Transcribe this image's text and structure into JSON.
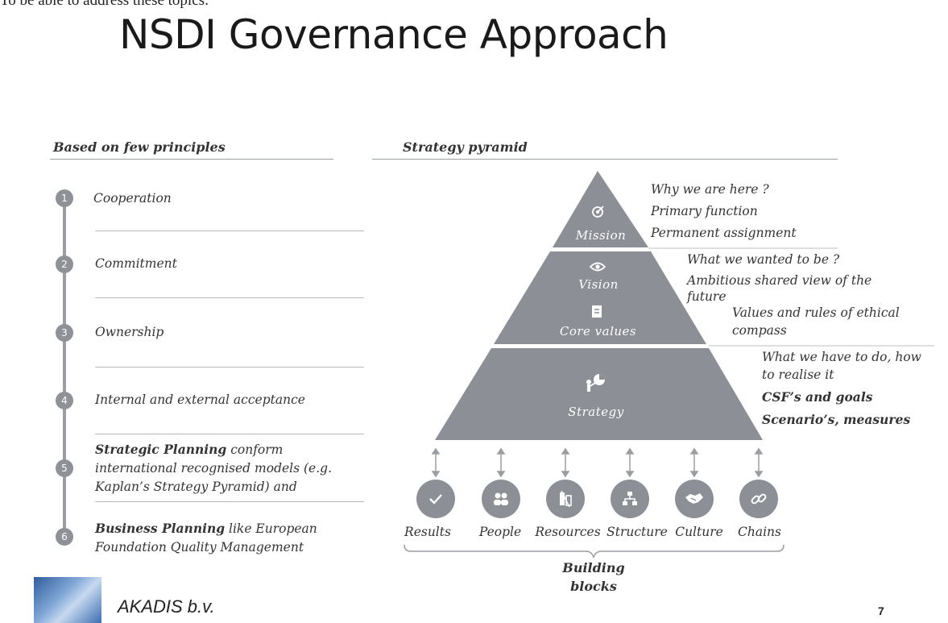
{
  "header": {
    "cut_text": "To be able to address these topics:",
    "title": "NSDI Governance Approach"
  },
  "principles": {
    "heading": "Based on few principles",
    "items": [
      {
        "number": "1",
        "text": "Cooperation"
      },
      {
        "number": "2",
        "text": "Commitment"
      },
      {
        "number": "3",
        "text": "Ownership"
      },
      {
        "number": "4",
        "text": "Internal and external acceptance"
      },
      {
        "number": "5",
        "bold": "Strategic Planning",
        "text": " conform international recognised models (e.g. Kaplan’s Strategy Pyramid) and"
      },
      {
        "number": "6",
        "bold": "Business Planning",
        "text": " like European Foundation Quality Management"
      }
    ]
  },
  "pyramid": {
    "heading": "Strategy pyramid",
    "levels": {
      "mission": "Mission",
      "vision": "Vision",
      "core_values": "Core values",
      "strategy": "Strategy"
    },
    "notes": {
      "mission": [
        "Why we are here ?",
        "Primary function",
        "Permanent assignment"
      ],
      "vision": [
        "What we wanted to be ?",
        "Ambitious shared view of the",
        "future"
      ],
      "values": [
        "Values and rules of ethical",
        "compass"
      ],
      "strategy": [
        "What we have to do, how",
        "to realise it"
      ],
      "strategy_bold": [
        "CSF’s and goals",
        "Scenario’s, measures"
      ]
    },
    "icons": {
      "mission": "target-icon",
      "vision": "eye-icon",
      "core_values": "document-icon",
      "strategy": "presentation-icon"
    },
    "color": "#8c8f95"
  },
  "building_blocks": {
    "items": [
      {
        "label": "Results",
        "icon": "checkmark-icon"
      },
      {
        "label": "People",
        "icon": "people-icon"
      },
      {
        "label": "Resources",
        "icon": "resources-icon"
      },
      {
        "label": "Structure",
        "icon": "org-chart-icon"
      },
      {
        "label": "Culture",
        "icon": "handshake-icon"
      },
      {
        "label": "Chains",
        "icon": "link-icon"
      }
    ],
    "caption_line1": "Building",
    "caption_line2": "blocks"
  },
  "footer": {
    "company": "AKADIS b.v.",
    "page_number": "7"
  }
}
